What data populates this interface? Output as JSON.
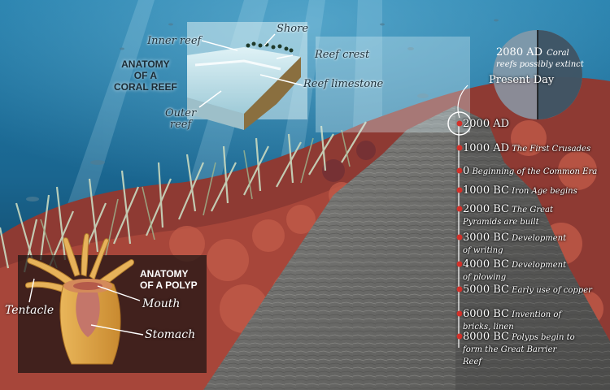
{
  "reef_anatomy": {
    "title_line1": "ANATOMY",
    "title_line2": "OF A",
    "title_line3": "CORAL REEF",
    "labels": {
      "shore": "Shore",
      "inner_reef": "Inner reef",
      "reef_crest": "Reef crest",
      "reef_limestone": "Reef limestone",
      "outer_reef_line1": "Outer",
      "outer_reef_line2": "reef"
    }
  },
  "polyp_anatomy": {
    "title_line1": "ANATOMY",
    "title_line2": "OF A POLYP",
    "labels": {
      "tentacle": "Tentacle",
      "mouth": "Mouth",
      "stomach": "Stomach"
    }
  },
  "future": {
    "year": "2080 AD",
    "note_line1": "Coral",
    "note_line2": "reefs possibly extinct",
    "present": "Present Day"
  },
  "timeline": [
    {
      "year": "2000 AD",
      "desc": ""
    },
    {
      "year": "1000 AD",
      "desc": "The First Crusades"
    },
    {
      "year": "0",
      "desc": "Beginning of the Common Era"
    },
    {
      "year": "1000 BC",
      "desc": "Iron Age begins"
    },
    {
      "year": "2000 BC",
      "desc": "The Great Pyramids are built"
    },
    {
      "year": "3000 BC",
      "desc": "Development of writing"
    },
    {
      "year": "4000 BC",
      "desc": "Development of plowing"
    },
    {
      "year": "5000 BC",
      "desc": "Early use of copper"
    },
    {
      "year": "6000 BC",
      "desc": "Invention of bricks, linen"
    },
    {
      "year": "8000 BC",
      "desc": "Polyps begin to form the Great Barrier Reef"
    }
  ],
  "colors": {
    "ocean_top": "#1b6f9c",
    "ocean_bottom": "#0b3550",
    "timeline_dot": "#d3312a",
    "coral_red": "#a7463a",
    "seagrass": "#b9cbb0",
    "rock": "#6f6f6d"
  }
}
